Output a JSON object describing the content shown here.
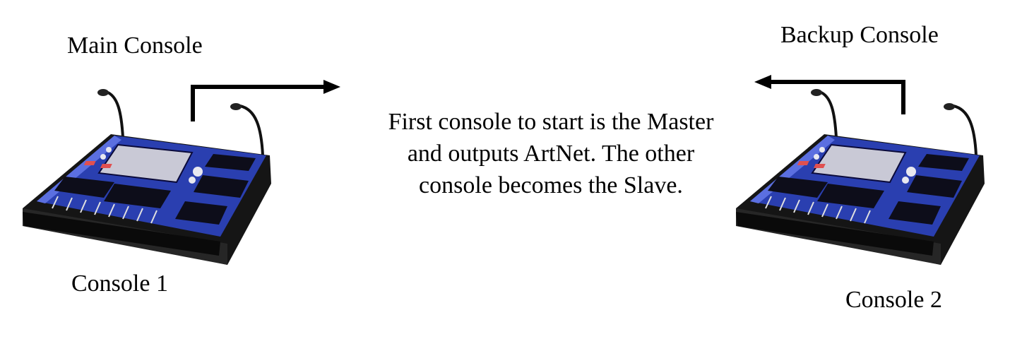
{
  "labels": {
    "main_console": "Main Console",
    "backup_console": "Backup Console",
    "console_1": "Console 1",
    "console_2": "Console 2"
  },
  "description_lines": [
    "First console to start is the Master",
    "and outputs ArtNet. The other",
    "console becomes the Slave."
  ],
  "colors": {
    "console_panel": "#2a3fb0",
    "console_body": "#111111",
    "screen": "#c9c9d6",
    "arrow": "#000000"
  },
  "icons": {
    "arrow_right": "arrow-right-icon",
    "arrow_left": "arrow-left-icon",
    "console": "lighting-console-icon"
  }
}
